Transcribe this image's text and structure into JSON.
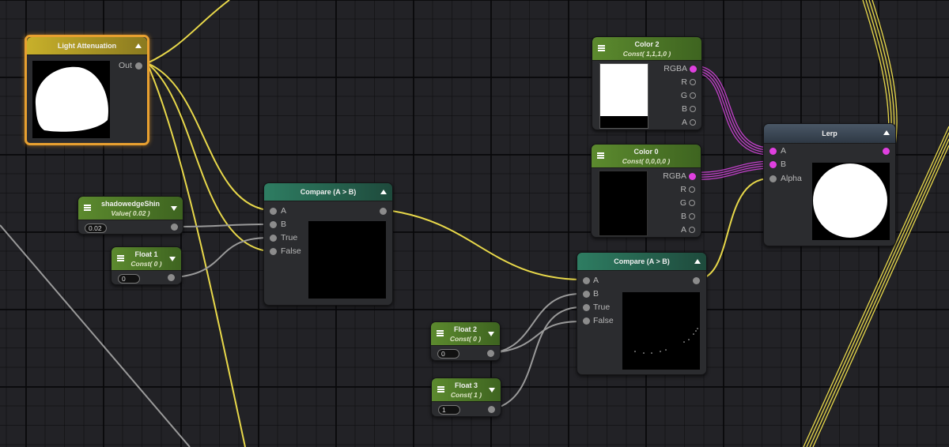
{
  "canvas": {
    "background": "#222226",
    "grid": {
      "minor_spacing": 24.5,
      "major_every": 4
    }
  },
  "colors": {
    "float_wire": "#e8d84a",
    "color_wire": "#c040c8",
    "value_wire": "#9a9a9a",
    "selected_border": "#e8a030"
  },
  "nodes": {
    "light_attenuation": {
      "title": "Light Attenuation",
      "output": "Out",
      "selected": true
    },
    "shadow_value": {
      "title": "shadowedgeShin",
      "subtitle": "Value( 0.02 )",
      "value": "0.02"
    },
    "float1": {
      "title": "Float 1",
      "subtitle": "Const( 0 )",
      "value": "0"
    },
    "compare1": {
      "title": "Compare (A > B)",
      "inputs": [
        "A",
        "B",
        "True",
        "False"
      ]
    },
    "color2": {
      "title": "Color 2",
      "subtitle": "Const( 1,1,1,0 )",
      "outputs": [
        "RGBA",
        "R",
        "G",
        "B",
        "A"
      ]
    },
    "color0": {
      "title": "Color 0",
      "subtitle": "Const( 0,0,0,0 )",
      "outputs": [
        "RGBA",
        "R",
        "G",
        "B",
        "A"
      ]
    },
    "lerp": {
      "title": "Lerp",
      "inputs": [
        "A",
        "B",
        "Alpha"
      ]
    },
    "compare2": {
      "title": "Compare (A > B)",
      "inputs": [
        "A",
        "B",
        "True",
        "False"
      ]
    },
    "float2": {
      "title": "Float 2",
      "subtitle": "Const( 0 )",
      "value": "0"
    },
    "float3": {
      "title": "Float 3",
      "subtitle": "Const( 1 )",
      "value": "1"
    }
  }
}
